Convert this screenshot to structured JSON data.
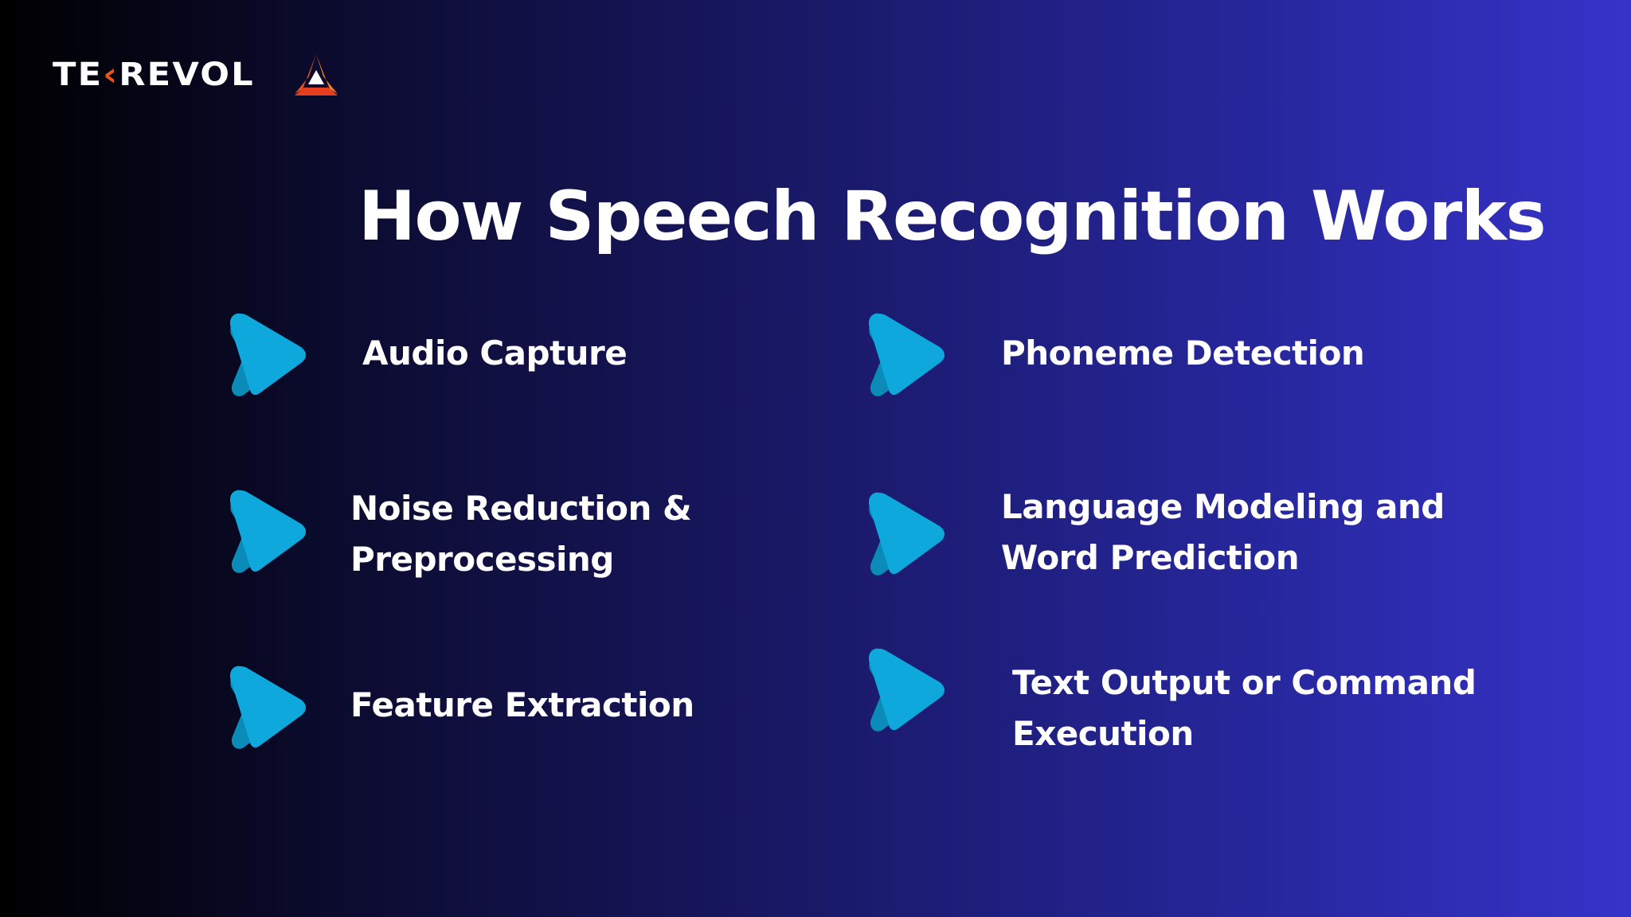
{
  "brand": {
    "name_part1": "TE",
    "name_accent": "‹",
    "name_part2": "REVOL",
    "logo_icon": "triangle-logo-icon",
    "colors": {
      "left": "#e8521f",
      "right": "#f07a1e",
      "bottom": "#e63f1f",
      "inner": "#ffffff"
    }
  },
  "title": "How Speech Recognition Works",
  "accent_color": "#0ea8dc",
  "steps": [
    {
      "id": "audio-capture",
      "lines": [
        "Audio Capture"
      ],
      "icon": "play-arrow-icon"
    },
    {
      "id": "noise-reduction",
      "lines": [
        "Noise Reduction &",
        "Preprocessing"
      ],
      "icon": "play-arrow-icon"
    },
    {
      "id": "feature-extraction",
      "lines": [
        "Feature Extraction"
      ],
      "icon": "play-arrow-icon"
    },
    {
      "id": "phoneme-detection",
      "lines": [
        "Phoneme Detection"
      ],
      "icon": "play-arrow-icon"
    },
    {
      "id": "language-modeling",
      "lines": [
        "Language Modeling and",
        "Word Prediction"
      ],
      "icon": "play-arrow-icon"
    },
    {
      "id": "text-output",
      "lines": [
        "Text Output or Command",
        "Execution"
      ],
      "icon": "play-arrow-icon"
    }
  ]
}
